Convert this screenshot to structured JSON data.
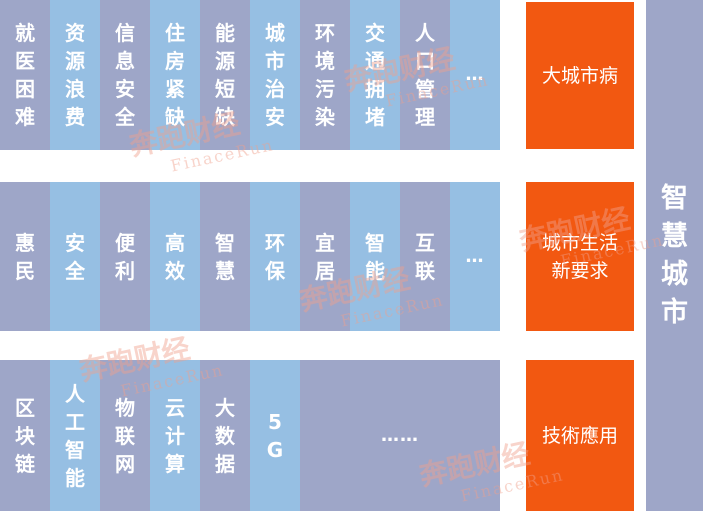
{
  "rows": [
    {
      "category": "大城市病",
      "cells": [
        "就医困难",
        "资源浪费",
        "信息安全",
        "住房紧缺",
        "能源短缺",
        "城市治安",
        "环境污染",
        "交通拥堵",
        "人口管理",
        "…"
      ]
    },
    {
      "category": "城市生活新要求",
      "category_lines": [
        "城市生活",
        "新要求"
      ],
      "cells": [
        "惠民",
        "安全",
        "便利",
        "高效",
        "智慧",
        "环保",
        "宜居",
        "智能",
        "互联",
        "…"
      ]
    },
    {
      "category": "技術應用",
      "cells": [
        "区块链",
        "人工智能",
        "物联网",
        "云计算",
        "大数据",
        "5G",
        "……"
      ]
    }
  ],
  "root_label": "智慧城市",
  "watermark": {
    "brand": "奔跑财经",
    "latin": "FinaceRun"
  },
  "colors": {
    "cell_gray": "#9ea6c8",
    "cell_blue": "#96bfe3",
    "category": "#f25811",
    "root": "#9ea6c8"
  }
}
